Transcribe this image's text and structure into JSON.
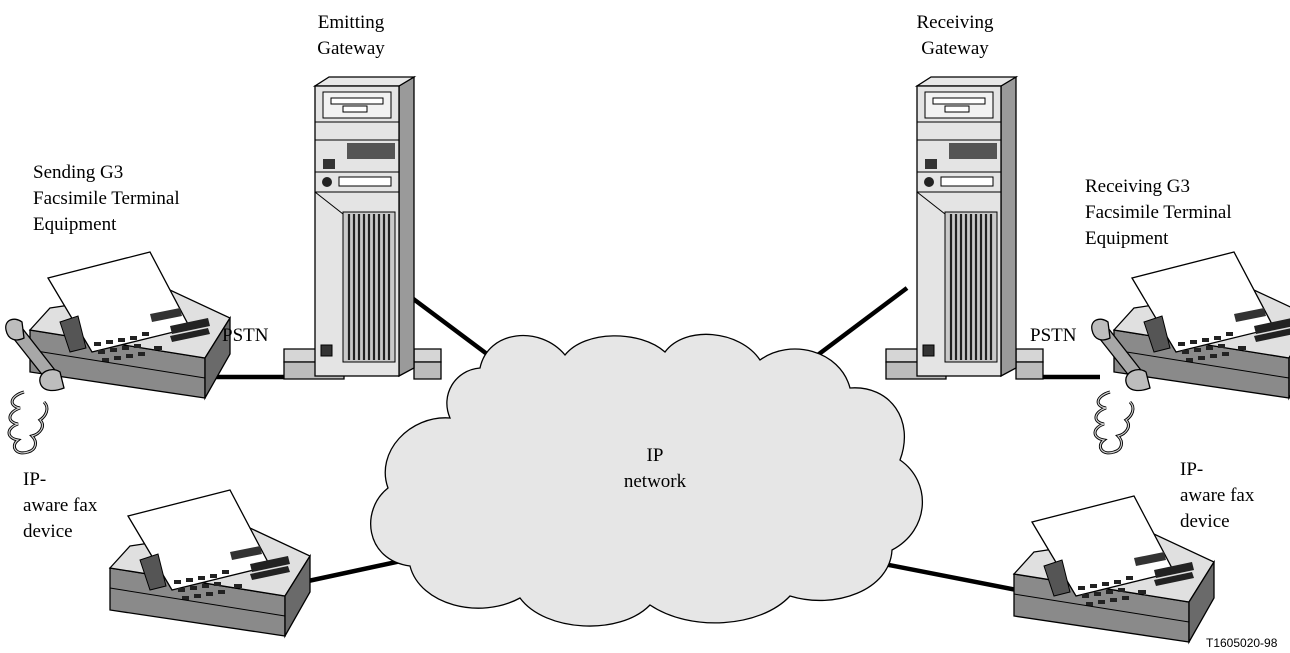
{
  "labels": {
    "emitting_gateway": [
      "Emitting",
      "Gateway"
    ],
    "receiving_gateway": [
      "Receiving",
      "Gateway"
    ],
    "sending_terminal": [
      "Sending G3",
      "Facsimile Terminal",
      "Equipment"
    ],
    "receiving_terminal": [
      "Receiving G3",
      "Facsimile Terminal",
      "Equipment"
    ],
    "pstn_left": "PSTN",
    "pstn_right": "PSTN",
    "ip_network": [
      "IP",
      "network"
    ],
    "ip_fax_left": [
      "IP-",
      "aware fax",
      "device"
    ],
    "ip_fax_right": [
      "IP-",
      "aware fax",
      "device"
    ]
  },
  "figure_id": "T1605020-98",
  "icons": [
    "server-tower",
    "fax-with-handset",
    "fax-machine",
    "cloud"
  ]
}
